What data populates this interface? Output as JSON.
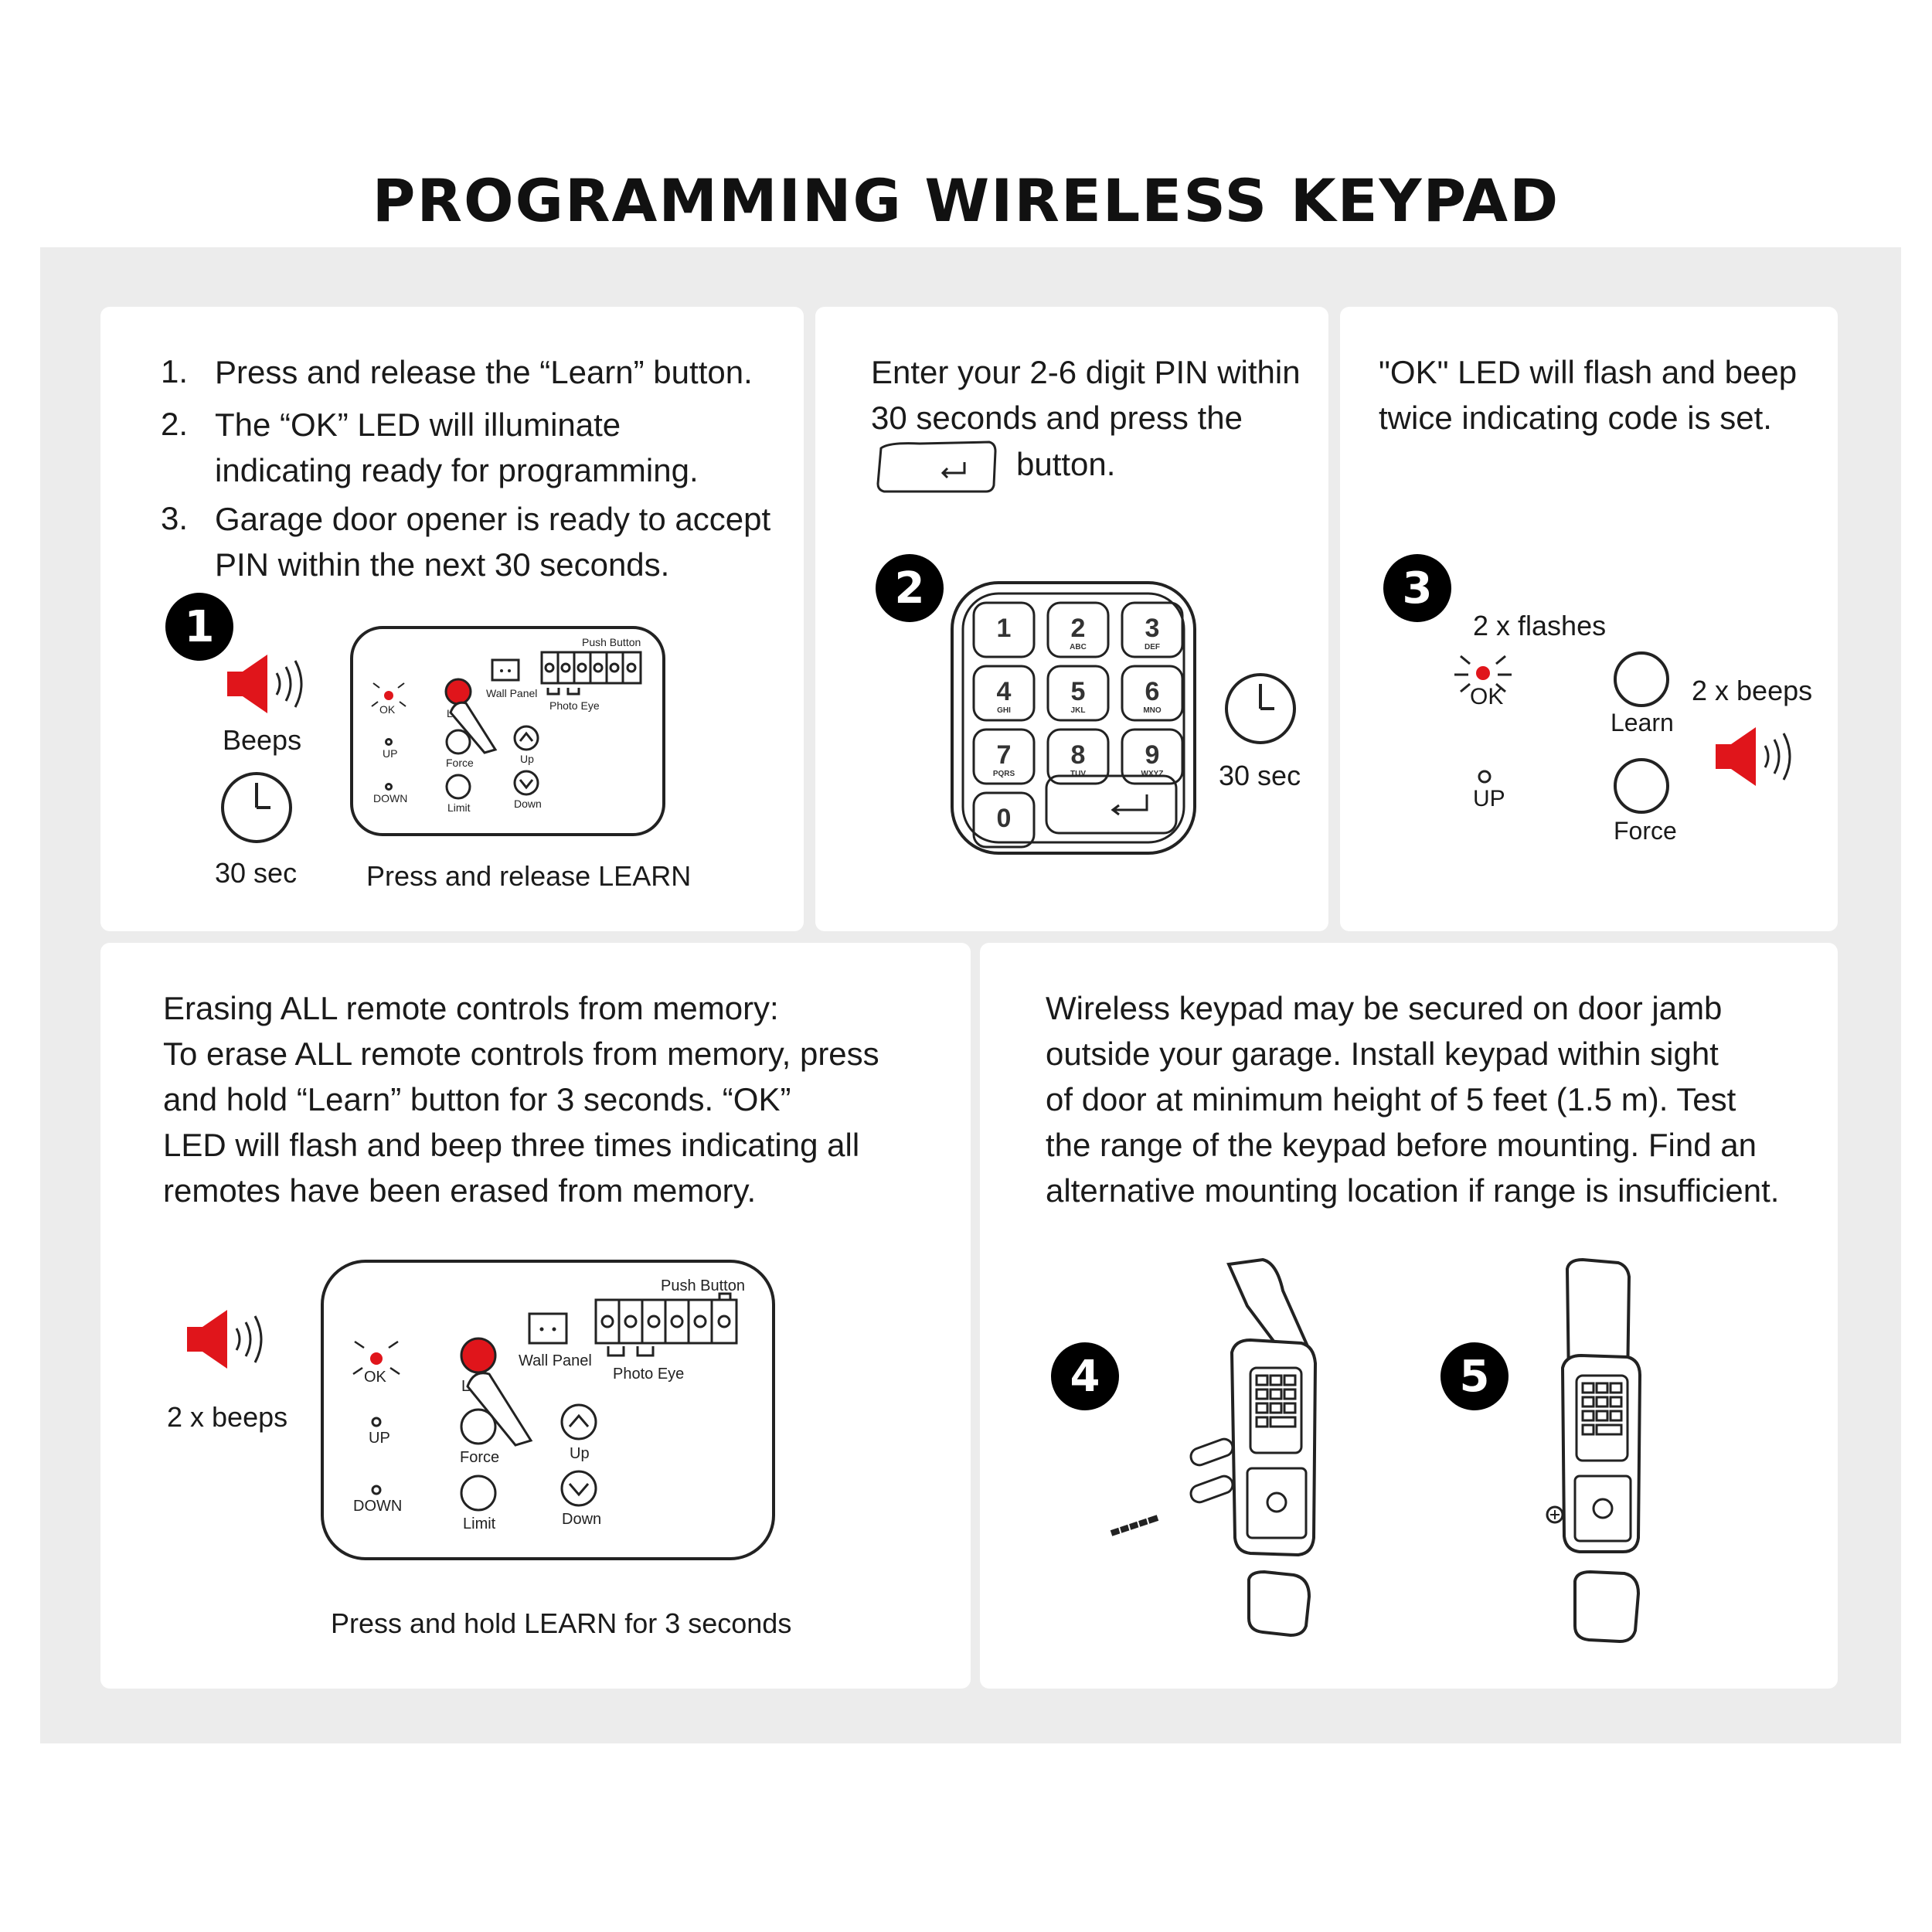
{
  "title": "PROGRAMMING WIRELESS KEYPAD",
  "step1": {
    "items": [
      {
        "num": "1.",
        "lines": [
          "Press and release the “Learn” button."
        ]
      },
      {
        "num": "2.",
        "lines": [
          "The “OK” LED will illuminate",
          "indicating ready for programming."
        ]
      },
      {
        "num": "3.",
        "lines": [
          "Garage door opener is ready to accept",
          "PIN within the next 30 seconds."
        ]
      }
    ],
    "badge": "1",
    "beeps_label": "Beeps",
    "timer_label": "30 sec",
    "caption": "Press and release LEARN",
    "panel": {
      "ok": "OK",
      "up": "UP",
      "down": "DOWN",
      "learn": "Le",
      "force": "Force",
      "limit": "Limit",
      "up_btn": "Up",
      "down_btn": "Down",
      "wall_panel": "Wall Panel",
      "photo_eye": "Photo Eye",
      "push_button": "Push Button"
    }
  },
  "step2": {
    "text_lines": [
      "Enter your 2-6 digit PIN within",
      "30 seconds and press the"
    ],
    "text_tail": "button.",
    "badge": "2",
    "timer_label": "30 sec",
    "keys": [
      {
        "digit": "1",
        "letters": ""
      },
      {
        "digit": "2",
        "letters": "ABC"
      },
      {
        "digit": "3",
        "letters": "DEF"
      },
      {
        "digit": "4",
        "letters": "GHI"
      },
      {
        "digit": "5",
        "letters": "JKL"
      },
      {
        "digit": "6",
        "letters": "MNO"
      },
      {
        "digit": "7",
        "letters": "PQRS"
      },
      {
        "digit": "8",
        "letters": "TUV"
      },
      {
        "digit": "9",
        "letters": "WXYZ"
      },
      {
        "digit": "0",
        "letters": ""
      }
    ]
  },
  "step3": {
    "text_lines": [
      "\"OK\" LED will flash and beep",
      "twice indicating code is set."
    ],
    "badge": "3",
    "flashes_label": "2 x flashes",
    "beeps_label": "2 x beeps",
    "ok": "OK",
    "up": "UP",
    "learn": "Learn",
    "force": "Force"
  },
  "erase": {
    "text_lines": [
      "Erasing ALL remote controls from memory:",
      "To erase ALL remote controls from memory, press",
      "and hold “Learn” button for 3 seconds. “OK”",
      "LED will flash and beep three times indicating all",
      "remotes have been erased from memory."
    ],
    "beeps_label": "2 x beeps",
    "caption": "Press and hold LEARN for 3 seconds",
    "panel": {
      "ok": "OK",
      "up": "UP",
      "down": "DOWN",
      "learn": "Le",
      "force": "Force",
      "limit": "Limit",
      "up_btn": "Up",
      "down_btn": "Down",
      "wall_panel": "Wall Panel",
      "photo_eye": "Photo Eye",
      "push_button": "Push Button"
    }
  },
  "mount": {
    "text_lines": [
      "Wireless keypad may be secured on door jamb",
      "outside your garage. Install keypad within sight",
      "of door at minimum height of 5 feet (1.5 m). Test",
      "the range of the keypad before mounting. Find an",
      "alternative mounting location if range is insufficient."
    ],
    "badge4": "4",
    "badge5": "5"
  },
  "colors": {
    "accent_red": "#e0151b",
    "background_gray": "#ececec",
    "panel_white": "#ffffff",
    "badge_black": "#000000"
  }
}
